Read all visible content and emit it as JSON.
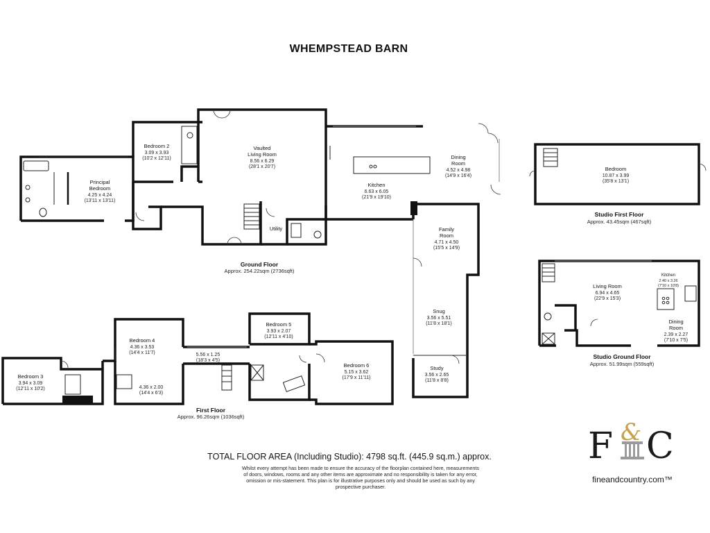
{
  "title": "WHEMPSTEAD BARN",
  "floors": {
    "ground": {
      "name": "Ground Floor",
      "area": "Approx. 254.22sqm (2736sqft)"
    },
    "first": {
      "name": "First Floor",
      "area": "Approx. 96.26sqm (1036sqft)"
    },
    "studio_first": {
      "name": "Studio First Floor",
      "area": "Approx. 43.45sqm (467sqft)"
    },
    "studio_ground": {
      "name": "Studio Ground Floor",
      "area": "Approx. 51.99sqm (559sqft)"
    }
  },
  "rooms": {
    "principal_bedroom": {
      "name1": "Principal",
      "name2": "Bedroom",
      "metric": "4.25 x 4.24",
      "imperial": "(13'11 x 13'11)"
    },
    "bedroom2": {
      "name": "Bedroom 2",
      "metric": "3.09 x 3.93",
      "imperial": "(10'2 x 12'11)"
    },
    "vaulted_living": {
      "name1": "Vaulted",
      "name2": "Living Room",
      "metric": "8.56 x 6.29",
      "imperial": "(28'1 x 20'7)"
    },
    "kitchen": {
      "name": "Kitchen",
      "metric": "6.63 x 6.05",
      "imperial": "(21'9 x 19'10)"
    },
    "dining": {
      "name1": "Dining",
      "name2": "Room",
      "metric": "4.52 x 4.98",
      "imperial": "(14'9 x 16'4)"
    },
    "utility": {
      "name": "Utility"
    },
    "family": {
      "name1": "Family",
      "name2": "Room",
      "metric": "4.71 x 4.50",
      "imperial": "(15'5 x 14'9)"
    },
    "snug": {
      "name": "Snug",
      "metric": "3.56 x 5.51",
      "imperial": "(11'8 x 18'1)"
    },
    "study": {
      "name": "Study",
      "metric": "3.56 x 2.65",
      "imperial": "(11'8 x 8'8)"
    },
    "bedroom3": {
      "name": "Bedroom 3",
      "metric": "3.94 x 3.09",
      "imperial": "(12'11 x 10'2)"
    },
    "bedroom4": {
      "name": "Bedroom 4",
      "metric": "4.36 x 3.53",
      "imperial": "(14'4 x 11'7)"
    },
    "landing": {
      "metric": "5.56 x 1.25",
      "imperial": "(18'3 x 4'5)"
    },
    "room_436": {
      "metric": "4.36 x 2.00",
      "imperial": "(14'4 x 6'3)"
    },
    "bedroom5": {
      "name": "Bedroom 5",
      "metric": "3.93 x 2.07",
      "imperial": "(12'11 x 4'10)"
    },
    "bedroom6": {
      "name": "Bedroom 6",
      "metric": "5.15 x 3.62",
      "imperial": "(17'9 x 11'11)"
    },
    "studio_bedroom": {
      "name": "Bedroom",
      "metric": "10.87 x 3.99",
      "imperial": "(35'8 x 13'1)"
    },
    "studio_living": {
      "name": "Living Room",
      "metric": "6.94 x 4.65",
      "imperial": "(22'9 x 15'3)"
    },
    "studio_kitchen": {
      "name": "Kitchen",
      "metric": "2.40 x 3.26",
      "imperial": "(7'10 x 10'8)"
    },
    "studio_dining": {
      "name1": "Dining",
      "name2": "Room",
      "metric": "2.39 x 2.27",
      "imperial": "(7'10 x 7'5)"
    }
  },
  "total_area": "TOTAL FLOOR AREA (Including Studio): 4798 sq.ft. (445.9 sq.m.) approx.",
  "disclaimer": [
    "Whilst every attempt has been made to ensure the accuracy of the floorplan contained here, measurements",
    "of doors, windows, rooms and any other items are approximate and no responsibility is taken for any error,",
    "omission or mis-statement. This plan is for illustrative purposes only and should be used as such by any",
    "prospective purchaser."
  ],
  "logo": {
    "letter1": "F",
    "amp": "&",
    "letter2": "C",
    "url": "fineandcountry.com™"
  },
  "colors": {
    "gold": "#c9a14a",
    "wall": "#111111"
  }
}
